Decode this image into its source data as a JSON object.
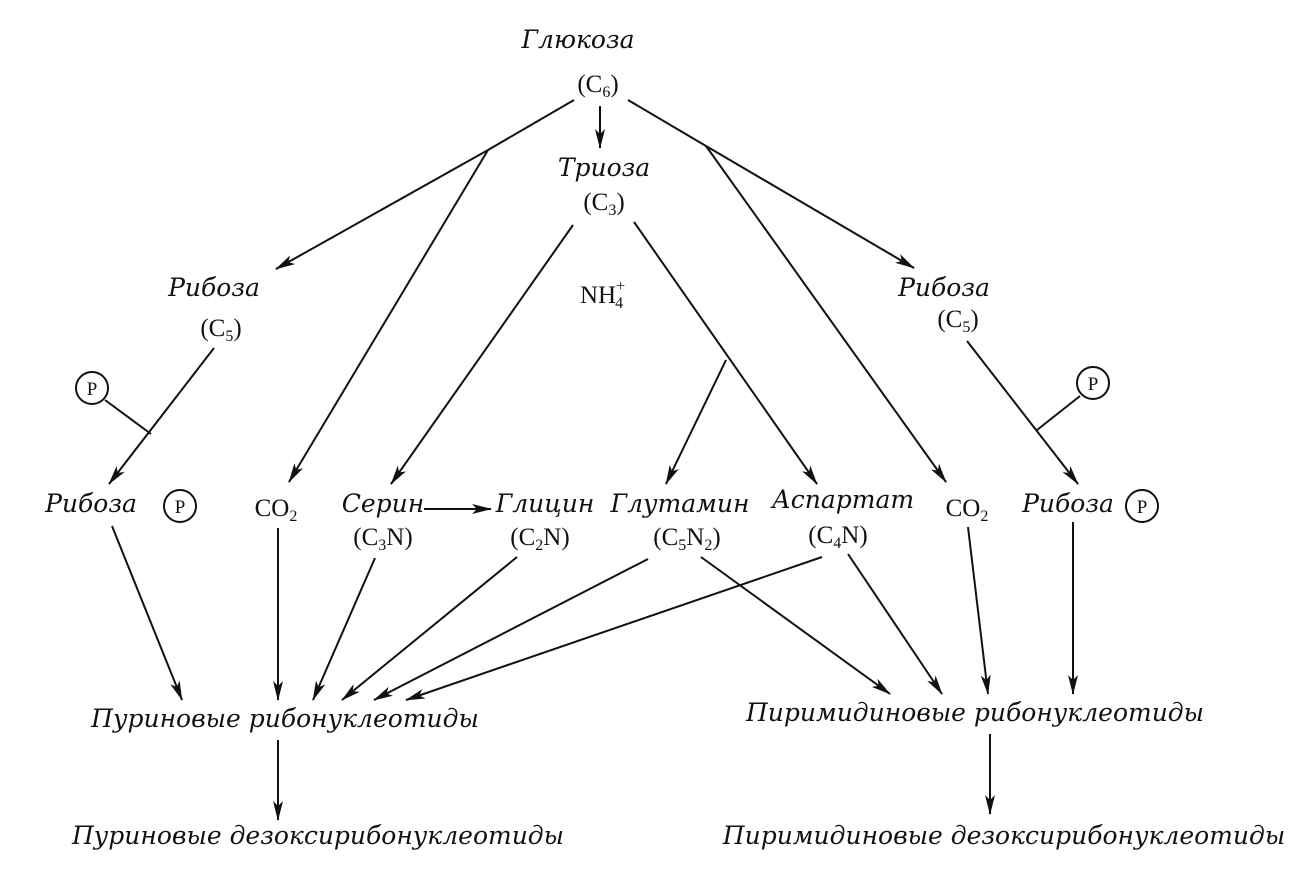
{
  "nodes": {
    "glucose": {
      "name": "Глюкоза",
      "formula": [
        "(C",
        "6",
        ")"
      ]
    },
    "triose": {
      "name": "Триоза",
      "formula": [
        "(C",
        "3",
        ")"
      ]
    },
    "ribose_left": {
      "name": "Рибоза",
      "formula": [
        "(C",
        "5",
        ")"
      ]
    },
    "ribose_right": {
      "name": "Рибоза",
      "formula": [
        "(C",
        "5",
        ")"
      ]
    },
    "ammonium": {
      "label": "NH",
      "sup": "+",
      "sub": "4"
    },
    "phosphate_symbol": "P",
    "ribose_p_left": {
      "name": "Рибоза"
    },
    "ribose_p_right": {
      "name": "Рибоза"
    },
    "co2_left": {
      "label": "CO",
      "sub": "2"
    },
    "co2_right": {
      "label": "CO",
      "sub": "2"
    },
    "serine": {
      "name": "Серин",
      "formula": [
        "(C",
        "3",
        "N)"
      ]
    },
    "glycine": {
      "name": "Глицин",
      "formula": [
        "(C",
        "2",
        "N)"
      ]
    },
    "glutamine": {
      "name": "Глутамин",
      "formula": [
        "(C",
        "5",
        "N",
        "2",
        ")"
      ]
    },
    "aspartate": {
      "name": "Аспартат",
      "formula": [
        "(C",
        "4",
        "N)"
      ]
    },
    "purine_ribonucleotides": "Пуриновые рибонуклеотиды",
    "pyrimidine_ribonucleotides": "Пиримидиновые рибонуклеотиды",
    "purine_deoxyribonucleotides": "Пуриновые дезоксирибонуклеотиды",
    "pyrimidine_deoxyribonucleotides": "Пиримидиновые дезоксирибонуклеотиды"
  }
}
